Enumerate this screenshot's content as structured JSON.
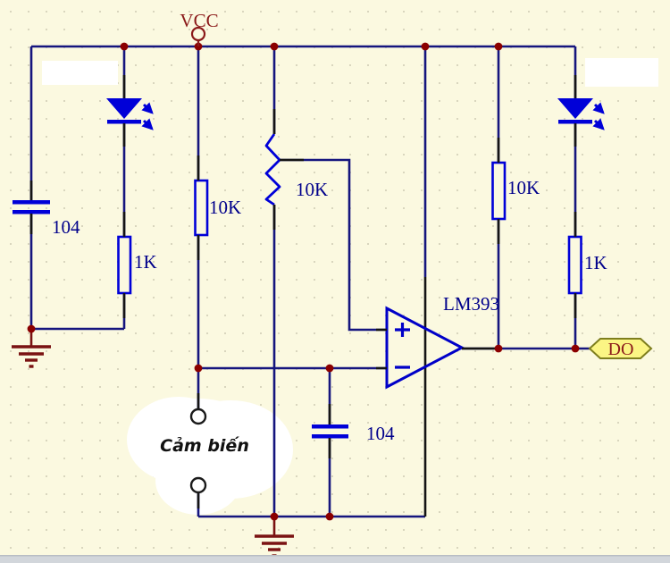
{
  "schematic": {
    "power_net": {
      "label": "VCC"
    },
    "output_port": {
      "label": "DO"
    },
    "ic": {
      "label": "LM393"
    },
    "sensor": {
      "label": "Cảm biến"
    },
    "components": {
      "cap_left": {
        "value": "104"
      },
      "cap_filter": {
        "value": "104"
      },
      "res_led_left": {
        "value": "1K"
      },
      "res_sensor_pullup": {
        "value": "10K"
      },
      "pot_threshold": {
        "value": "10K"
      },
      "res_out_pullup": {
        "value": "10K"
      },
      "res_led_right": {
        "value": "1K"
      }
    },
    "colors": {
      "background": "#FBF9E0",
      "grid_dot": "#D9D6BE",
      "wire": "#15157E",
      "pin": "#141414",
      "component": "#0000D8",
      "junction": "#8B0000",
      "value_text": "#00008B",
      "net_text": "#8B1A1A",
      "ground": "#7A1212",
      "port_fill": "#FBF584",
      "port_border": "#7E7E1E",
      "bottom_strip": "#D2D6DB"
    }
  }
}
